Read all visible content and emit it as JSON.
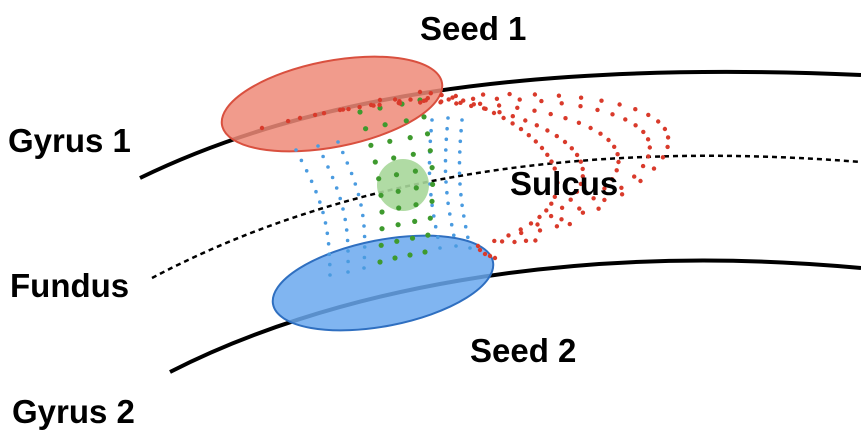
{
  "labels": {
    "seed1": "Seed 1",
    "seed2": "Seed 2",
    "gyrus1": "Gyrus 1",
    "gyrus2": "Gyrus 2",
    "sulcus": "Sulcus",
    "fundus": "Fundus"
  },
  "colors": {
    "seed1_fill": "#ee8a78",
    "seed1_stroke": "#d9503f",
    "seed2_fill": "#6aa8ef",
    "seed2_stroke": "#2f6fc0",
    "center_fill": "#a7d79a",
    "red_dots": "#d93a2b",
    "blue_dots": "#4a9be0",
    "green_dots": "#3e9a2e",
    "lines": "#000000"
  }
}
